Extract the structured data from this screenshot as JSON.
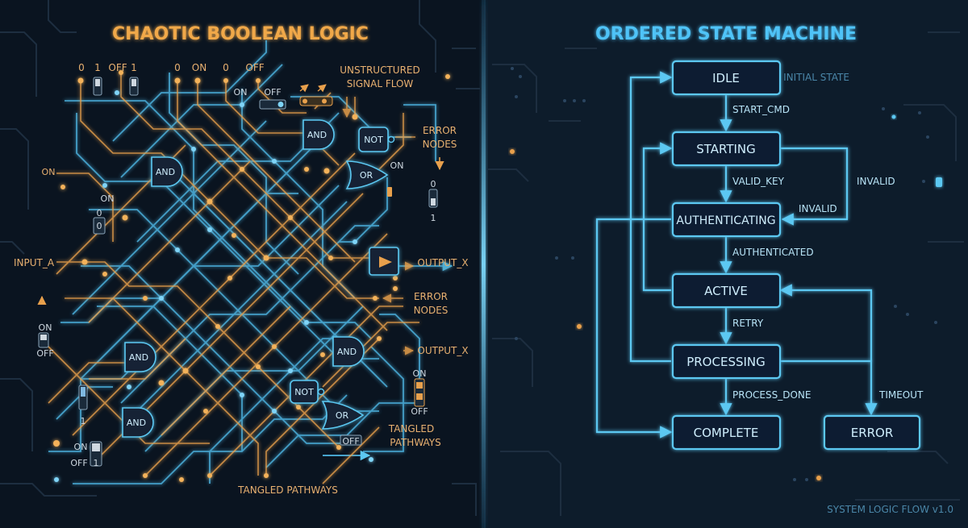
{
  "left_panel": {
    "title": "CHAOTIC BOOLEAN LOGIC",
    "callouts": {
      "unstructured": [
        "UNSTRUCTURED",
        "SIGNAL FLOW"
      ],
      "error_nodes_top": [
        "ERROR",
        "NODES"
      ],
      "error_nodes_mid": [
        "ERROR",
        "NODES"
      ],
      "tangled_right": [
        "TANGLED",
        "PATHWAYS"
      ],
      "tangled_bottom": "TANGLED PATHWAYS",
      "input_a": "INPUT_A",
      "output_x_1": "OUTPUT_X",
      "output_x_2": "OUTPUT_X"
    },
    "top_switch_labels": [
      "0",
      "1",
      "OFF",
      "1",
      "0",
      "ON",
      "0",
      "OFF"
    ],
    "switch_texts": {
      "on_a": "ON",
      "off_a": "OFF",
      "on_b": "ON",
      "on_c": "ON",
      "on_d": "ON",
      "zero_a": "0",
      "zero_b": "0",
      "on_left": "ON",
      "off_left": "OFF",
      "one_left": "1",
      "on_bl": "ON",
      "off_bl": "OFF",
      "one_bl": "1",
      "off_bc": "OFF",
      "zero_r": "0",
      "one_r": "1",
      "on_r": "ON",
      "off_r": "OFF"
    },
    "gates": [
      {
        "id": "and1",
        "type": "AND"
      },
      {
        "id": "and2",
        "type": "AND"
      },
      {
        "id": "not1",
        "type": "NOT"
      },
      {
        "id": "or1",
        "type": "OR"
      },
      {
        "id": "and3",
        "type": "AND"
      },
      {
        "id": "and4",
        "type": "AND"
      },
      {
        "id": "and5",
        "type": "AND"
      },
      {
        "id": "not2",
        "type": "NOT"
      },
      {
        "id": "or2",
        "type": "OR"
      }
    ]
  },
  "right_panel": {
    "title": "ORDERED STATE MACHINE",
    "states": [
      "IDLE",
      "STARTING",
      "AUTHENTICATING",
      "ACTIVE",
      "PROCESSING",
      "COMPLETE",
      "ERROR"
    ],
    "initial_state_label": "INITIAL STATE",
    "transitions": {
      "start_cmd": "START_CMD",
      "valid_key": "VALID_KEY",
      "invalid_1": "INVALID",
      "invalid_2": "INVALID",
      "authenticated": "AUTHENTICATED",
      "retry": "RETRY",
      "process_done": "PROCESS_DONE",
      "timeout": "TIMEOUT"
    },
    "footer": "SYSTEM LOGIC FLOW v1.0"
  },
  "colors": {
    "background": "#0b1826",
    "left_background": "#0a1420",
    "orange_accent": "#e8a04c",
    "blue_accent": "#5cc8f2",
    "state_text": "#cfeefd",
    "title_orange": "#f0a848",
    "title_blue": "#4fc3f7",
    "muted_label": "#4a86a8"
  }
}
